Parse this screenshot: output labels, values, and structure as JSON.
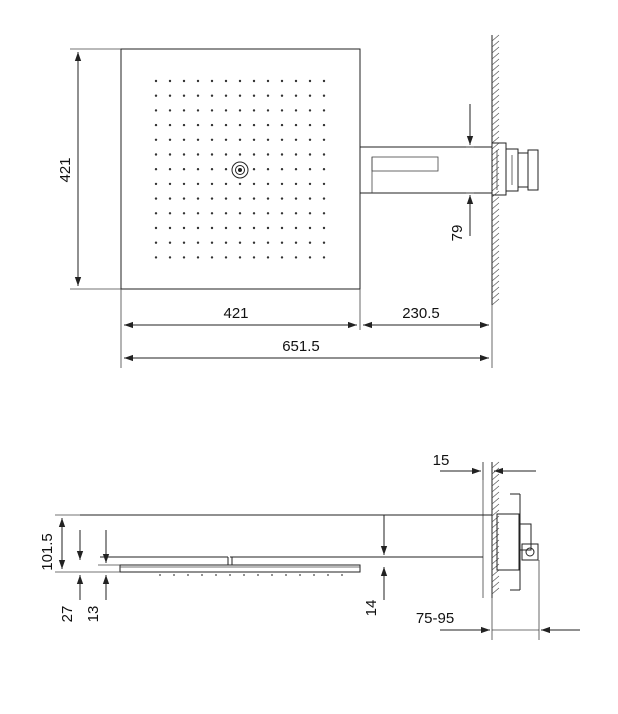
{
  "top_view": {
    "height_dim": "421",
    "arm_height_dim": "79",
    "head_width_dim": "421",
    "arm_length_dim": "230.5",
    "total_length_dim": "651.5"
  },
  "side_view": {
    "wall_offset_dim": "15",
    "total_height_dim": "101.5",
    "head_thickness_dim": "14",
    "lower_dim_a": "27",
    "lower_dim_b": "13",
    "body_depth_dim": "75-95"
  },
  "colors": {
    "line": "#222222",
    "text": "#111111"
  }
}
